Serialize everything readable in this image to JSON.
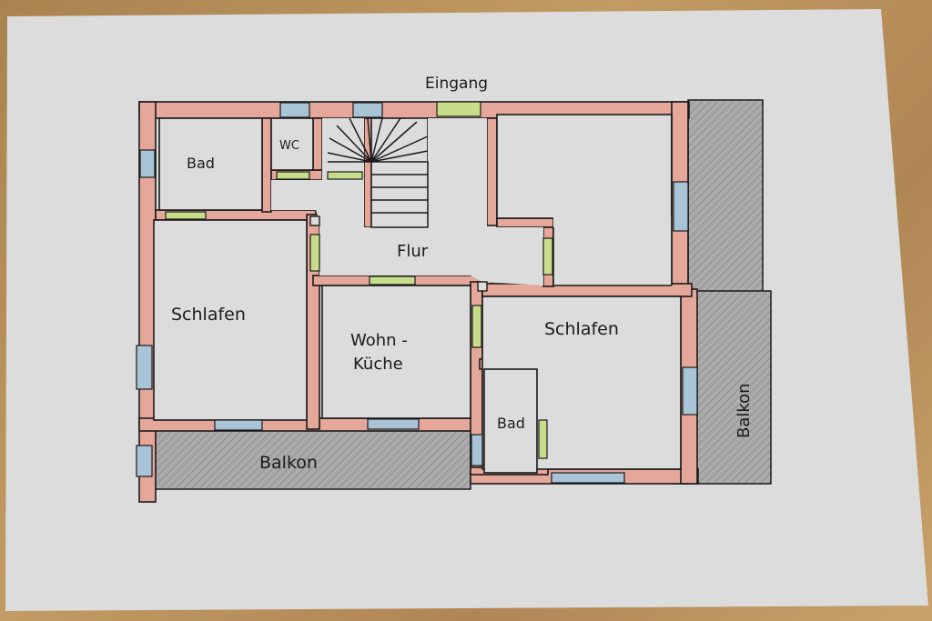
{
  "labels": {
    "entrance": "Eingang",
    "bad_top": "Bad",
    "wc": "WC",
    "hall": "Flur",
    "bedroom_left": "Schlafen",
    "living_line1": "Wohn -",
    "living_line2": "Küche",
    "bedroom_right": "Schlafen",
    "bad_bottom": "Bad",
    "balcony_bottom": "Balkon",
    "balcony_right": "Balkon"
  },
  "colors": {
    "paper": "#dcdcdc",
    "wall": "#e5a79a",
    "window": "#a9c4d6",
    "door": "#c8dd8a",
    "balcony": "#a9a9a9",
    "ink": "#1a1a1a",
    "background": "#b98d58"
  }
}
